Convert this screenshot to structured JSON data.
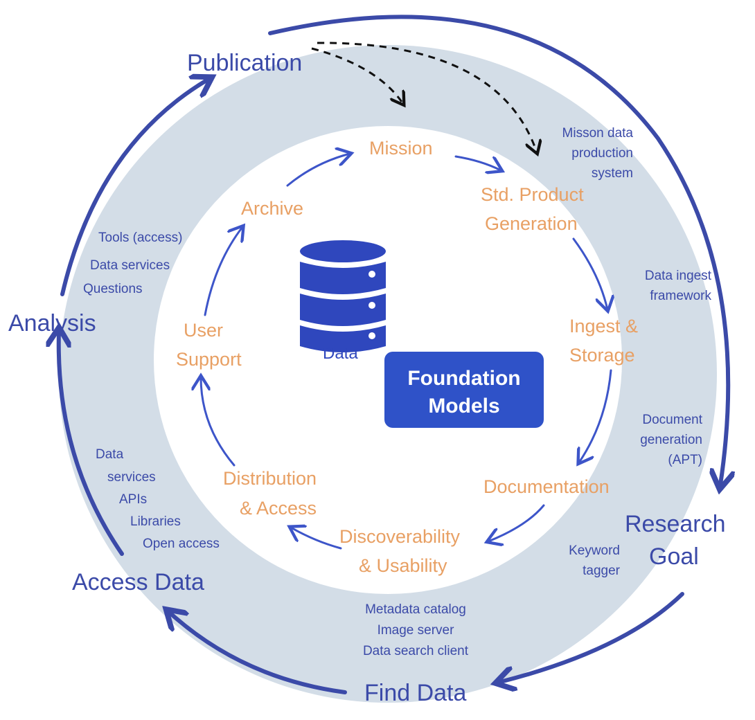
{
  "colors": {
    "ring": "#d3dde7",
    "outer_arrow": "#3b4aa8",
    "inner_arrow": "#3d55c9",
    "outer_text": "#3b4aa8",
    "inner_text": "#e8a064",
    "foundation_box": "#2f52c8",
    "database_icon": "#2f47bd"
  },
  "outer_cycle": {
    "publication": "Publication",
    "research_goal_line1": "Research",
    "research_goal_line2": "Goal",
    "find_data": "Find Data",
    "access_data": "Access Data",
    "analysis": "Analysis"
  },
  "inner_cycle": {
    "mission": "Mission",
    "std_product_line1": "Std. Product",
    "std_product_line2": "Generation",
    "ingest_line1": "Ingest &",
    "ingest_line2": "Storage",
    "documentation": "Documentation",
    "discoverability_line1": "Discoverability",
    "discoverability_line2": "& Usability",
    "distribution_line1": "Distribution",
    "distribution_line2": "& Access",
    "user_support_line1": "User",
    "user_support_line2": "Support",
    "archive": "Archive"
  },
  "notes": {
    "mission_data": [
      "Misson data",
      "production",
      "system"
    ],
    "data_ingest": [
      "Data ingest",
      "framework"
    ],
    "document_generation": [
      "Document",
      "generation",
      "(APT)"
    ],
    "keyword_tagger": [
      "Keyword",
      "tagger"
    ],
    "metadata": [
      "Metadata catalog",
      "Image server",
      "Data search client"
    ],
    "access_tools": [
      "Data",
      "services",
      "APIs",
      "Libraries",
      "Open access"
    ],
    "analysis_tools": [
      "Tools (access)",
      "Data services",
      "Questions"
    ]
  },
  "center": {
    "data_label": "Data",
    "foundation_line1": "Foundation",
    "foundation_line2": "Models",
    "database_icon": "database-icon"
  }
}
